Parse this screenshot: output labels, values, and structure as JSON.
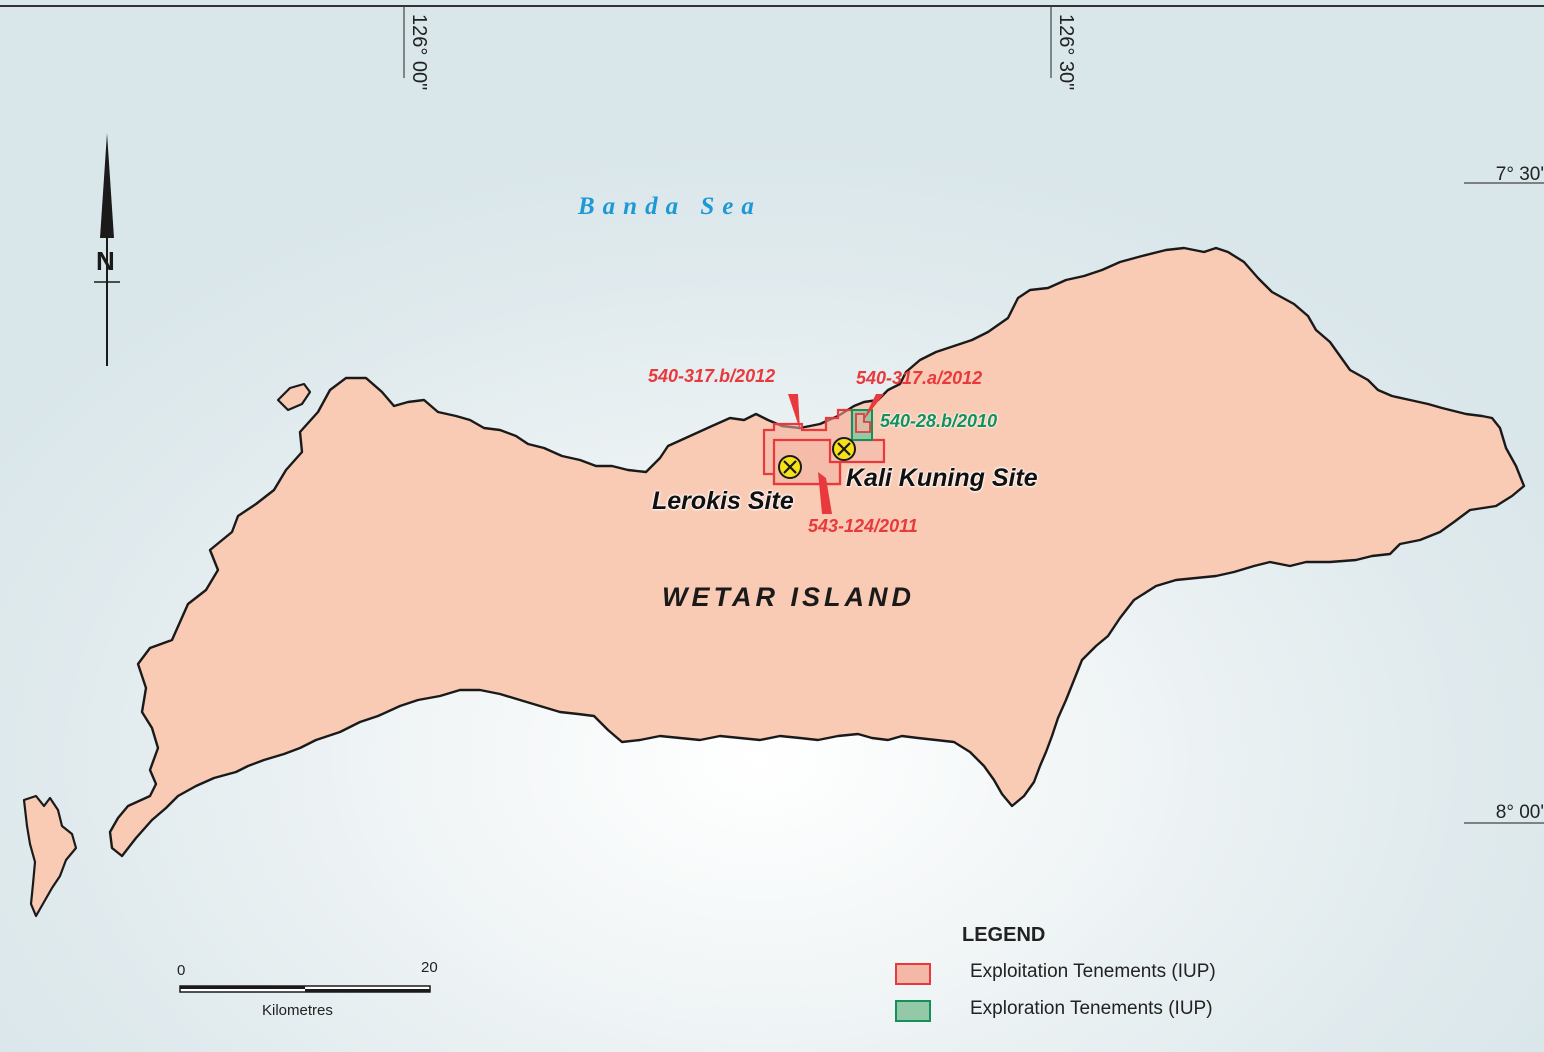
{
  "graticule": {
    "lon1": "126° 00\"",
    "lon2": "126° 30\"",
    "lat1": "7° 30'",
    "lat2": "8° 00'"
  },
  "north_arrow": {
    "letter": "N"
  },
  "labels": {
    "sea": "Banda Sea",
    "island": "WETAR ISLAND",
    "site_lerokis": "Lerokis Site",
    "site_kali_kuning": "Kali Kuning Site"
  },
  "tenements": [
    {
      "id": "540-317.b/2012",
      "type": "Exploitation"
    },
    {
      "id": "540-317.a/2012",
      "type": "Exploitation"
    },
    {
      "id": "540-28.b/2010",
      "type": "Exploration"
    },
    {
      "id": "543-124/2011",
      "type": "Exploitation"
    }
  ],
  "legend": {
    "title": "LEGEND",
    "items": [
      {
        "label": "Exploitation Tenements (IUP)",
        "fill": "#f4b8a8",
        "stroke": "#e8393c"
      },
      {
        "label": "Exploration Tenements (IUP)",
        "fill": "#94c9a8",
        "stroke": "#14905a"
      }
    ]
  },
  "scale": {
    "start": "0",
    "end": "20",
    "unit": "Kilometres"
  },
  "colors": {
    "land": "#f9cbb5",
    "sea_label": "#1d9ad6",
    "exploitation": "#e8393c",
    "exploration": "#14905a",
    "mine_marker": "#f7e117"
  }
}
